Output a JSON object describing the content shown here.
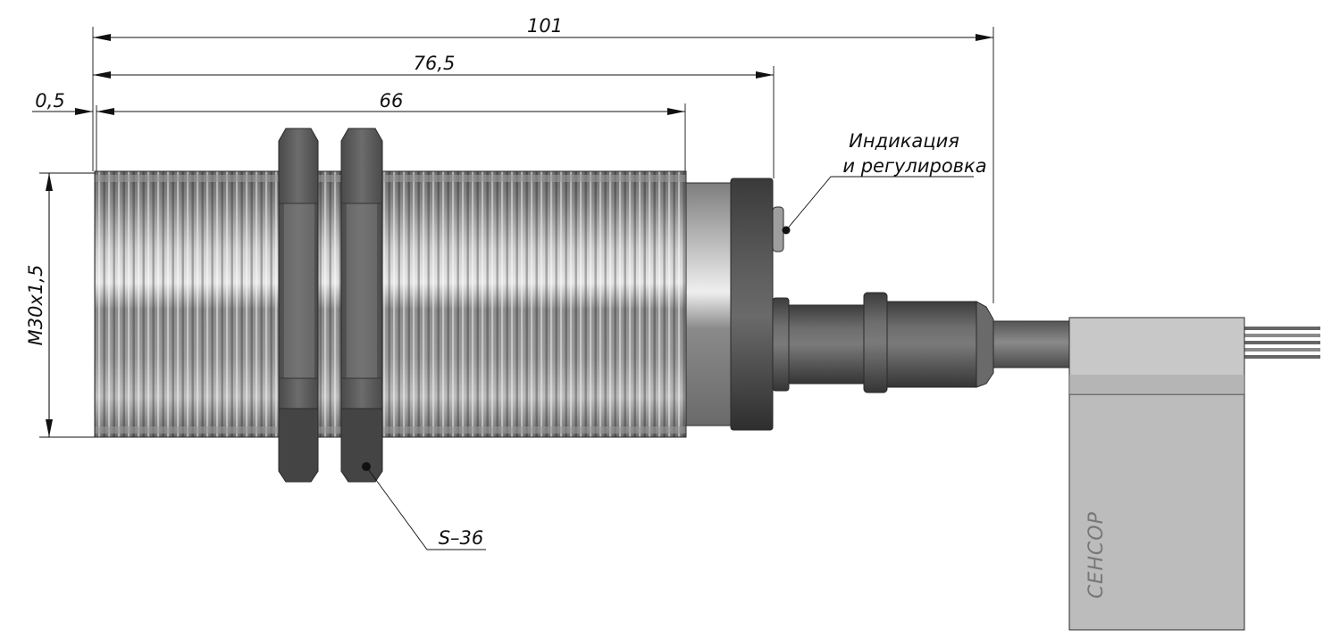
{
  "dimensions": {
    "overall_length": "101",
    "body_length": "76,5",
    "thread_length": "66",
    "offset": "0,5",
    "thread_size": "M30x1,5"
  },
  "callouts": {
    "indication_line1": "Индикация",
    "indication_line2": "и регулировка",
    "nut_size": "S–36"
  },
  "label": {
    "brand": "СЕНСОР"
  },
  "colors": {
    "line": "#111111",
    "metal_dark": "#4a4a4a",
    "metal_light": "#d8d8d8",
    "label_fill": "#b8b8b8",
    "text_on_label": "#777777"
  }
}
